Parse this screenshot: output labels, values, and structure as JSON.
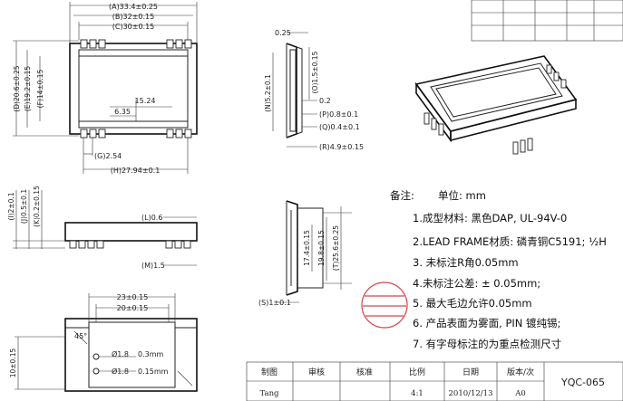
{
  "top_view": {
    "A": "(A)33.4±0.25",
    "B": "(B)32±0.15",
    "C": "(C)30±0.15",
    "D": "(D)20.6±0.25",
    "E": "(E)19.2±0.15",
    "F": "(F)14±0.15",
    "G": "(G)2.54",
    "H": "(H)27.94±0.1",
    "d1": "15.24",
    "d2": "6.35"
  },
  "side_view": {
    "d025": "0.25",
    "N": "(N)5.2±0.1",
    "O": "(O)1.5±0.15",
    "d02": "0.2",
    "P": "(P)0.8±0.1",
    "Q": "(Q)0.4±0.1",
    "R": "(R)4.9±0.15"
  },
  "front_view": {
    "I": "(I)2±0.1",
    "J": "(J)0.5±0.1",
    "K": "(K)0.2±0.15",
    "L": "(L)0.6",
    "M": "(M)1.5"
  },
  "end_view": {
    "d174": "17.4±0.15",
    "d198": "19.8±0.15",
    "T": "(T)25.6±0.25",
    "S": "(S)1±0.1"
  },
  "bottom_view": {
    "d23": "23±0.15",
    "d20": "20±0.15",
    "d10": "10±0.15",
    "h1": "Ø1.8",
    "h1b": "0.3mm",
    "h2": "Ø1.8",
    "h2b": "0.15mm",
    "n45": "45°"
  },
  "notes": {
    "header": "备注:",
    "unit": "单位: mm",
    "items": [
      "1.成型材料: 黑色DAP, UL-94V-0",
      "2.LEAD FRAME材质: 磷青铜C5191; ½H",
      "3. 未标注R角0.05mm",
      "4.未标注公差: ± 0.05mm;",
      "5. 最大毛边允许0.05mm",
      "6. 产品表面为雾面, PIN 镀纯锡;",
      "7. 有字母标注的为重点检测尺寸"
    ]
  },
  "title_block": {
    "headers": [
      "制图",
      "审核",
      "核准",
      "比例",
      "日期",
      "版本/次"
    ],
    "values": [
      "Tang",
      "",
      "",
      "4:1",
      "2010/12/13",
      "A0"
    ],
    "part_no": "YQC-065"
  }
}
